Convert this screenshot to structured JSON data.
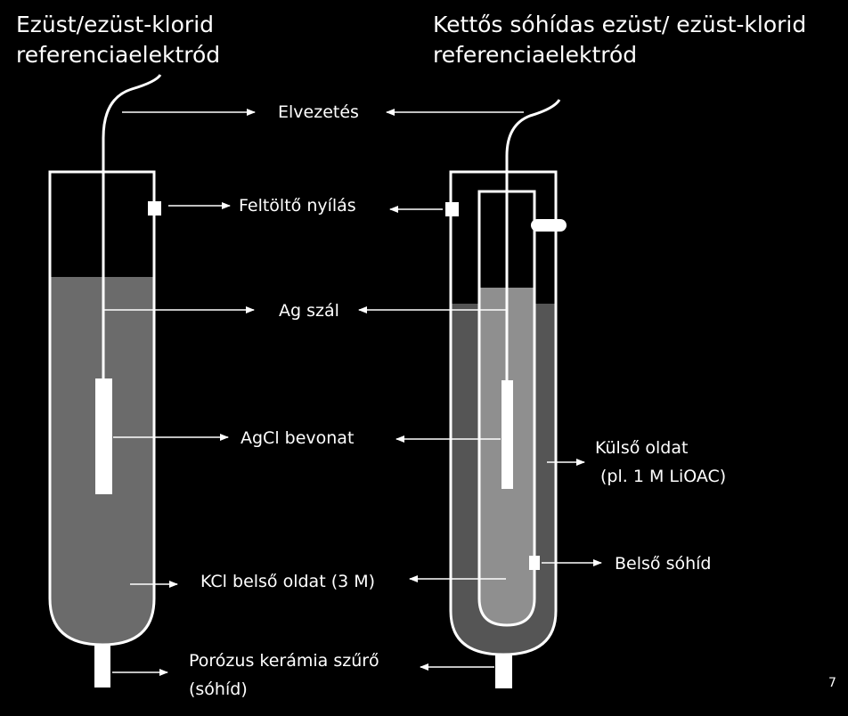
{
  "titles": {
    "left_line1": "Ezüst/ezüst-klorid",
    "left_line2": "referenciaelektród",
    "right_line1": "Kettős sóhídas ezüst/ ezüst-klorid",
    "right_line2": "referenciaelektród"
  },
  "labels": {
    "elvezetes": "Elvezetés",
    "feltolto": "Feltöltő nyílás",
    "ag_szal": "Ag szál",
    "agcl": "AgCl bevonat",
    "kulso_line1": "Külső oldat",
    "kulso_line2": "(pl. 1 M LiOAC)",
    "belso_sohid": "Belső sóhíd",
    "kcl": "KCl belső oldat (3 M)",
    "porozus_line1": "Porózus  kerámia szűrő",
    "porozus_line2": "(sóhíd)"
  },
  "page_number": "7",
  "colors": {
    "background": "#000000",
    "outline": "#ffffff",
    "left_solution": "#6b6b6b",
    "outer_solution": "#555555",
    "inner_solution": "#8f8f8f"
  }
}
